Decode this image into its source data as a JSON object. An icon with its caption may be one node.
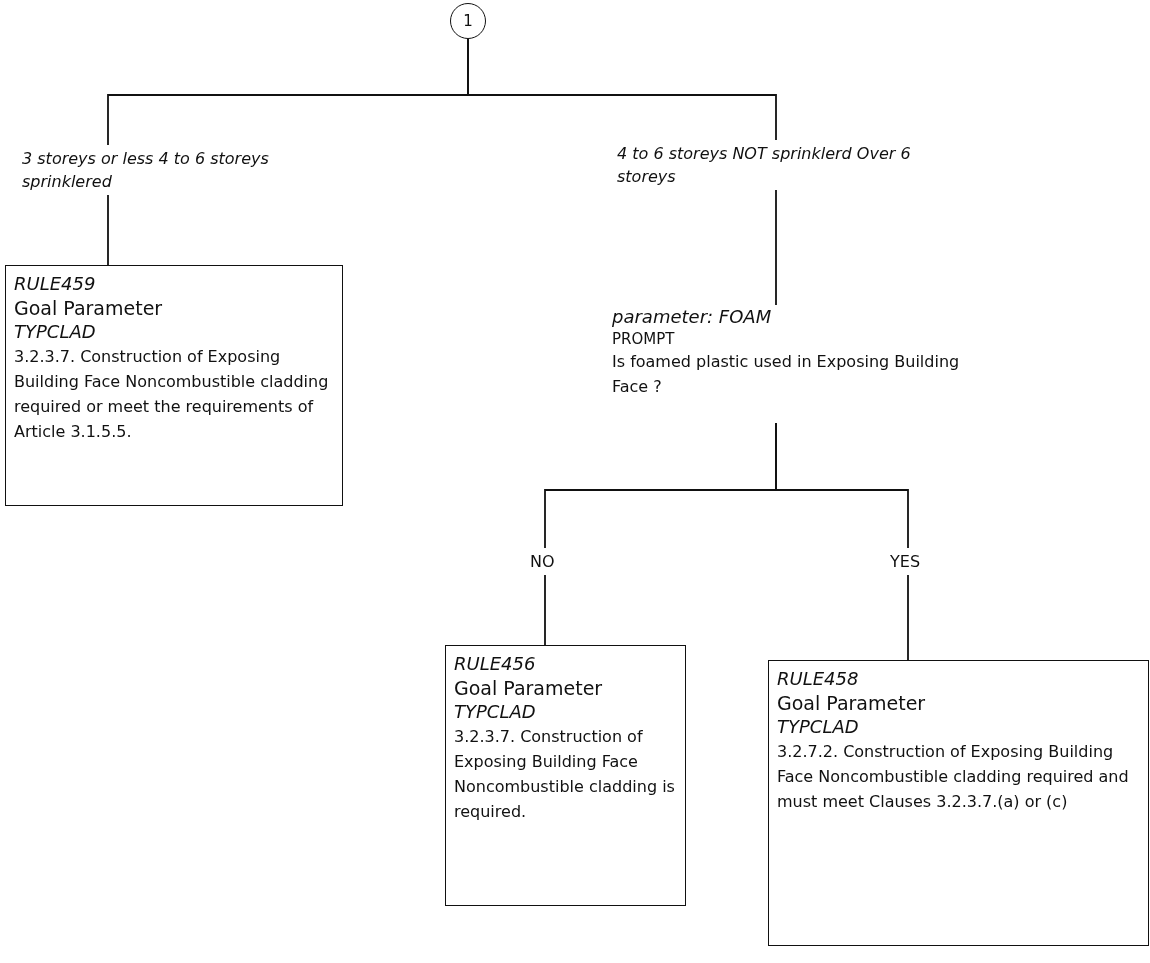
{
  "diagram": {
    "nodes": [
      {
        "text": [
          "1"
        ]
      },
      {
        "text": [
          "RULE459",
          "Goal Parameter",
          "TYPCLAD",
          "3.2.3.7. Construction of Exposing Building Face Noncombustible cladding required or meet the requirements of Article 3.1.5.5."
        ]
      },
      {
        "text": [
          "parameter: FOAM",
          "PROMPT",
          "Is foamed plastic used in Exposing Building Face ?"
        ]
      },
      {
        "text": [
          "RULE456",
          "Goal Parameter",
          "TYPCLAD",
          "3.2.3.7. Construction of Exposing Building Face Noncombustible cladding is required."
        ]
      },
      {
        "text": [
          "RULE458",
          "Goal Parameter",
          "TYPCLAD",
          "3.2.7.2. Construction of Exposing Building Face Noncombustible cladding required and must meet Clauses 3.2.3.7.(a) or (c)"
        ]
      }
    ],
    "edges": [
      {
        "from": 0,
        "to": 1,
        "arrow": "none",
        "label": "3 storeys or less 4 to 6 storeys sprinklered"
      },
      {
        "from": 0,
        "to": 2,
        "arrow": "none",
        "label": "4 to 6 storeys NOT sprinklerd Over 6 storeys"
      },
      {
        "from": 2,
        "to": 3,
        "arrow": "none",
        "label": "NO"
      },
      {
        "from": 2,
        "to": 4,
        "arrow": "none",
        "label": "YES"
      }
    ]
  }
}
